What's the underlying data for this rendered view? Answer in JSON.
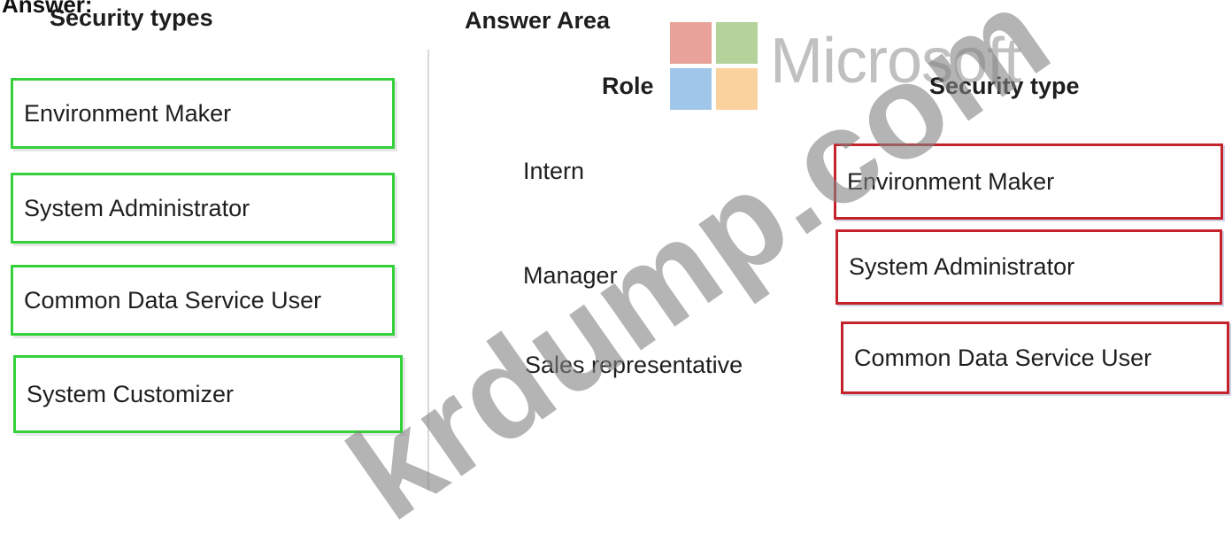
{
  "page": {
    "top_heading": "Answer:"
  },
  "left_panel": {
    "heading": "Security types",
    "options": [
      "Environment Maker",
      "System Administrator",
      "Common Data Service User",
      "System Customizer"
    ]
  },
  "answer_area": {
    "heading": "Answer Area",
    "role_column_label": "Role",
    "security_type_column_label": "Security type",
    "rows": [
      {
        "role": "Intern",
        "security_type": "Environment Maker"
      },
      {
        "role": "Manager",
        "security_type": "System Administrator"
      },
      {
        "role": "Sales representative",
        "security_type": "Common Data Service User"
      }
    ]
  },
  "watermarks": {
    "logo_text": "Microsoft",
    "logo_colors": [
      "#e8a299",
      "#b3d39b",
      "#a0c7e9",
      "#fad29e"
    ],
    "site_text": "krdump.com"
  },
  "colors": {
    "option_border": "#34d13a",
    "answer_border": "#c5232b"
  }
}
